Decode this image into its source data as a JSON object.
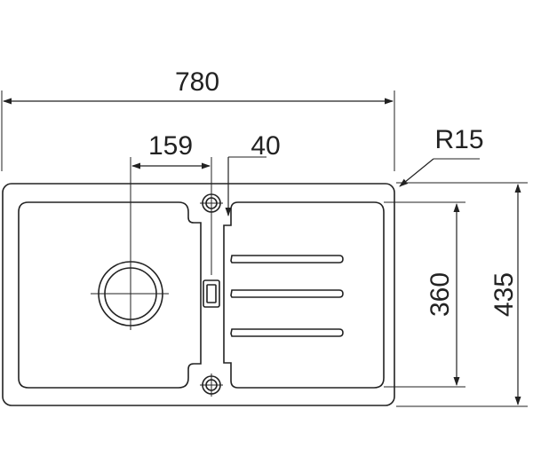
{
  "dimensions": {
    "overall_width": "780",
    "bowl_center_offset": "159",
    "tap_hole_offset": "40",
    "corner_radius": "R15",
    "drainer_depth": "360",
    "overall_depth": "435"
  }
}
